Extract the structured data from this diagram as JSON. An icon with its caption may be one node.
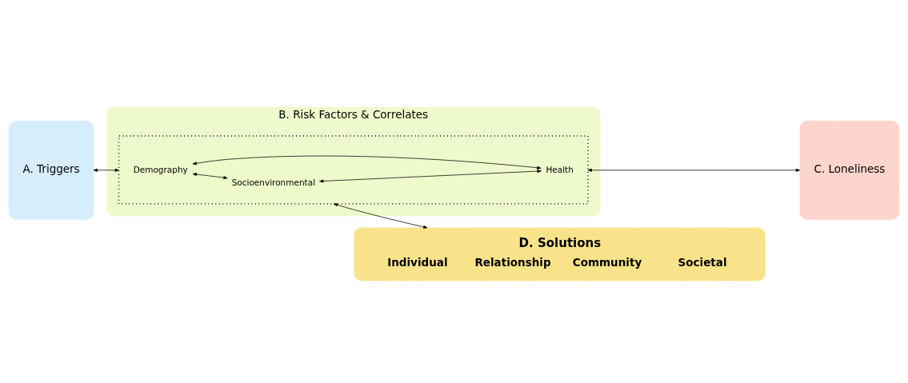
{
  "diagram": {
    "nodes": [
      {
        "text": [
          "A. Triggers"
        ]
      },
      {
        "text": [
          "B. Risk Factors & Correlates"
        ]
      },
      {
        "text": [],
        "shape": "box",
        "in": 1
      },
      {
        "text": [
          "Demography"
        ],
        "in": 2
      },
      {
        "text": [
          "Health"
        ],
        "in": 2
      },
      {
        "text": [
          "Socioenvironmental"
        ],
        "in": 2
      },
      {
        "text": [
          "C. Loneliness"
        ]
      },
      {
        "text": [
          "D. Solutions",
          "Individual",
          "Relationship",
          "Community",
          "Societal"
        ]
      }
    ],
    "edges": [
      {
        "from": 0,
        "to": 2,
        "arrow": "both"
      },
      {
        "from": 3,
        "to": 4,
        "arrow": "both"
      },
      {
        "from": 3,
        "to": 5,
        "arrow": "both"
      },
      {
        "from": 5,
        "to": 4,
        "arrow": "both"
      },
      {
        "from": 2,
        "to": 6,
        "arrow": "both"
      },
      {
        "from": 2,
        "to": 7,
        "arrow": "both"
      }
    ]
  }
}
